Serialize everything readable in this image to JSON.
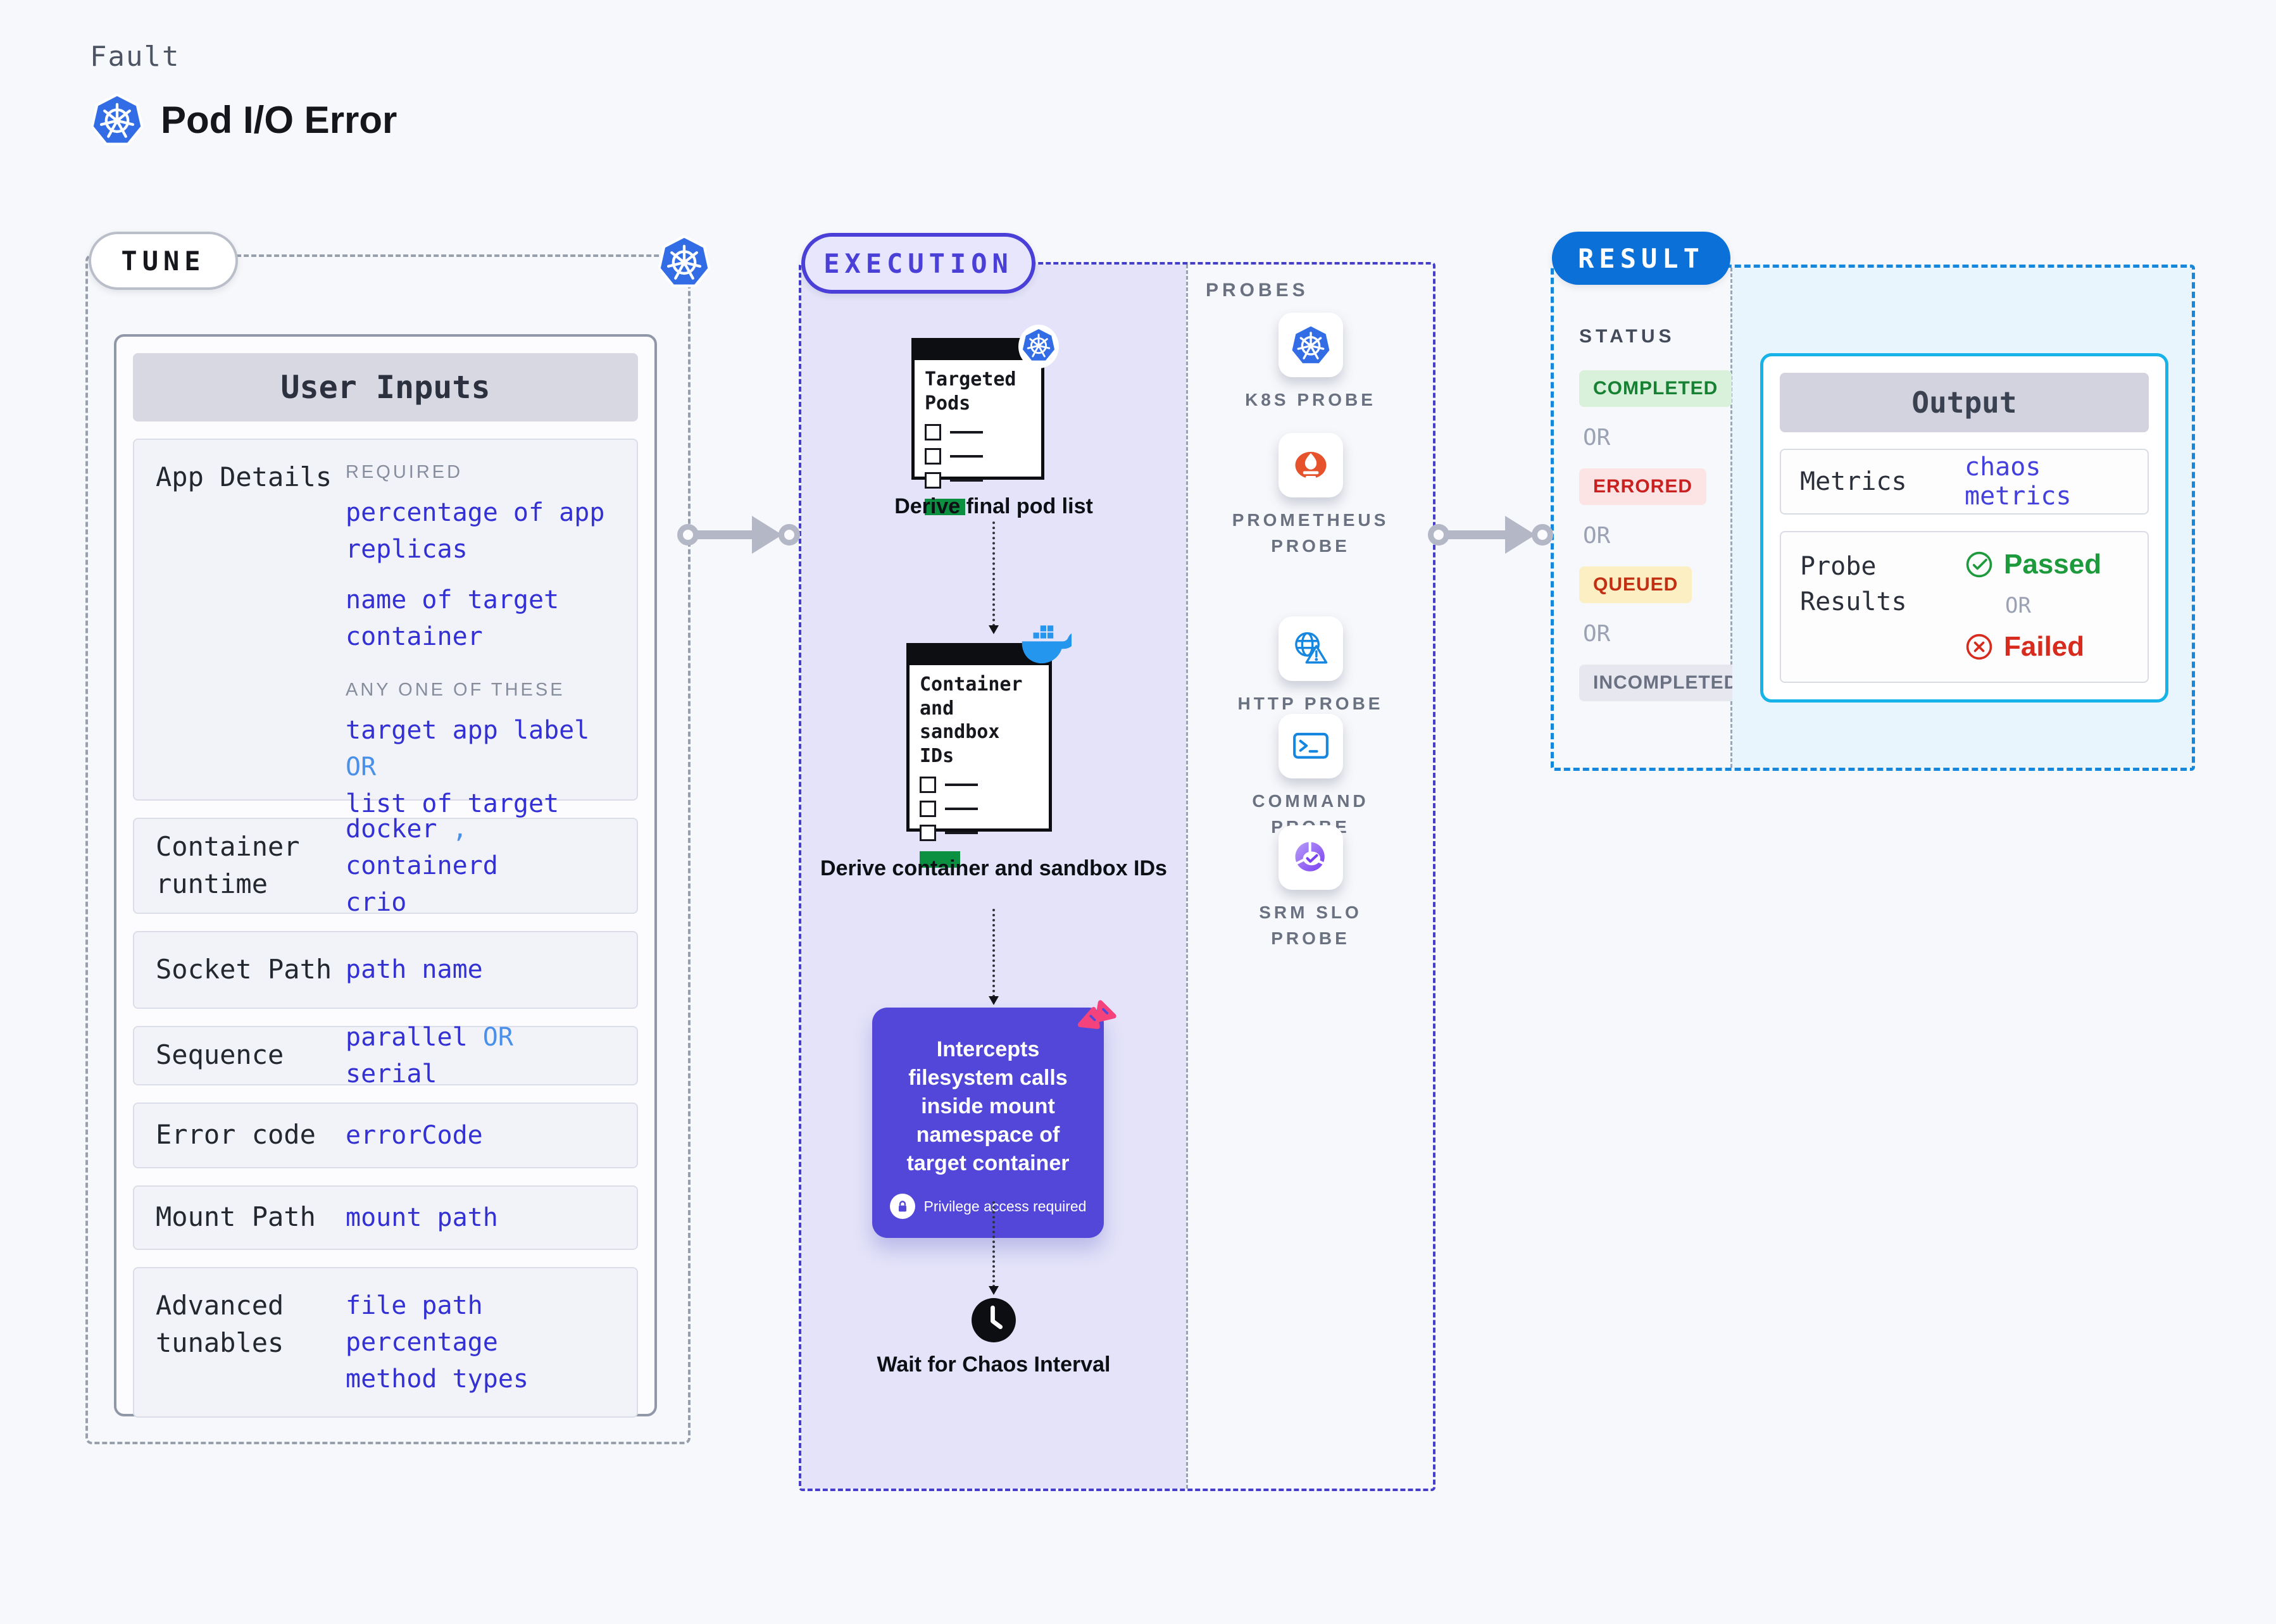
{
  "header": {
    "eyebrow": "Fault",
    "title": "Pod I/O Error"
  },
  "colors": {
    "page_bg": "#f7f8fb",
    "code_blue": "#3431d4",
    "light_blue_or": "#4a90e8",
    "execution_purple": "#4a3fd6",
    "execution_bg": "#e4e3f9",
    "intercept_purple": "#5247d8",
    "result_blue": "#0b70d7",
    "result_area_bg": "#e8f5fd",
    "output_border_cyan": "#17b2e8",
    "completed_green": "#178133",
    "errored_red": "#c92020",
    "queued_yellow_bg": "#fcefc4",
    "passed_green": "#1d9b3c",
    "failed_red": "#d62b1d",
    "kubernetes_blue": "#326de6",
    "docker_blue": "#2496ed",
    "prometheus_orange": "#e6522c",
    "chaos_pink": "#f4437c"
  },
  "tune": {
    "label": "TUNE",
    "card_title": "User Inputs",
    "app_details": {
      "label": "App Details",
      "required": "REQUIRED",
      "req1": "percentage of app replicas",
      "req2": "name of target container",
      "any": "ANY ONE OF THESE",
      "any1": "target app label",
      "or": "OR",
      "any2": "list of target pods"
    },
    "container_runtime": {
      "label": "Container runtime",
      "v1": "docker",
      "sep": ",",
      "v2": "containerd",
      "v3": "crio"
    },
    "socket_path": {
      "label": "Socket Path",
      "value": "path name"
    },
    "sequence": {
      "label": "Sequence",
      "v1": "parallel",
      "or": "OR",
      "v2": "serial"
    },
    "error_code": {
      "label": "Error code",
      "value": "errorCode"
    },
    "mount_path": {
      "label": "Mount Path",
      "value": "mount path"
    },
    "advanced": {
      "label": "Advanced tunables",
      "v1": "file path",
      "v2": "percentage",
      "v3": "method types"
    }
  },
  "execution": {
    "label": "EXECUTION",
    "step1_title": "Targeted Pods",
    "step1_caption": "Derive final pod list",
    "step2_title": "Container and sandbox IDs",
    "step2_caption": "Derive container and sandbox IDs",
    "intercept_text": "Intercepts filesystem calls inside mount namespace of target container",
    "intercept_badge": "Privilege access required",
    "step4_caption": "Wait for Chaos Interval"
  },
  "probes": {
    "label": "PROBES",
    "items": [
      {
        "name": "K8S PROBE",
        "icon": "kubernetes-icon"
      },
      {
        "name": "PROMETHEUS PROBE",
        "icon": "prometheus-icon"
      },
      {
        "name": "HTTP PROBE",
        "icon": "globe-warning-icon"
      },
      {
        "name": "COMMAND PROBE",
        "icon": "terminal-icon"
      },
      {
        "name": "SRM SLO PROBE",
        "icon": "slo-donut-check-icon"
      }
    ]
  },
  "result": {
    "label": "RESULT",
    "status_heading": "STATUS",
    "completed": "COMPLETED",
    "errored": "ERRORED",
    "queued": "QUEUED",
    "incompleted": "INCOMPLETED",
    "or": "OR",
    "output": {
      "title": "Output",
      "metrics_label": "Metrics",
      "metrics_value": "chaos metrics",
      "probe_label": "Probe Results",
      "passed": "Passed",
      "or": "OR",
      "failed": "Failed"
    }
  }
}
